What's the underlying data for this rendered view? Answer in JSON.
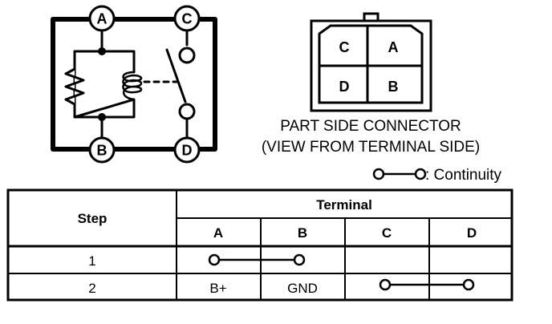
{
  "relay_diagram": {
    "terminals": [
      "A",
      "B",
      "C",
      "D"
    ]
  },
  "connector": {
    "pins": [
      "C",
      "A",
      "D",
      "B"
    ],
    "caption_line1": "PART SIDE CONNECTOR",
    "caption_line2": "(VIEW FROM TERMINAL SIDE)"
  },
  "legend": {
    "text": ": Continuity"
  },
  "table": {
    "step_header": "Step",
    "terminal_header": "Terminal",
    "columns": [
      "A",
      "B",
      "C",
      "D"
    ],
    "rows": [
      {
        "step": "1",
        "cells": [
          "",
          "",
          "",
          ""
        ],
        "continuity": [
          {
            "from": "A",
            "to": "B"
          }
        ]
      },
      {
        "step": "2",
        "cells": [
          "B+",
          "GND",
          "",
          ""
        ],
        "continuity": [
          {
            "from": "C",
            "to": "D"
          }
        ]
      }
    ]
  }
}
